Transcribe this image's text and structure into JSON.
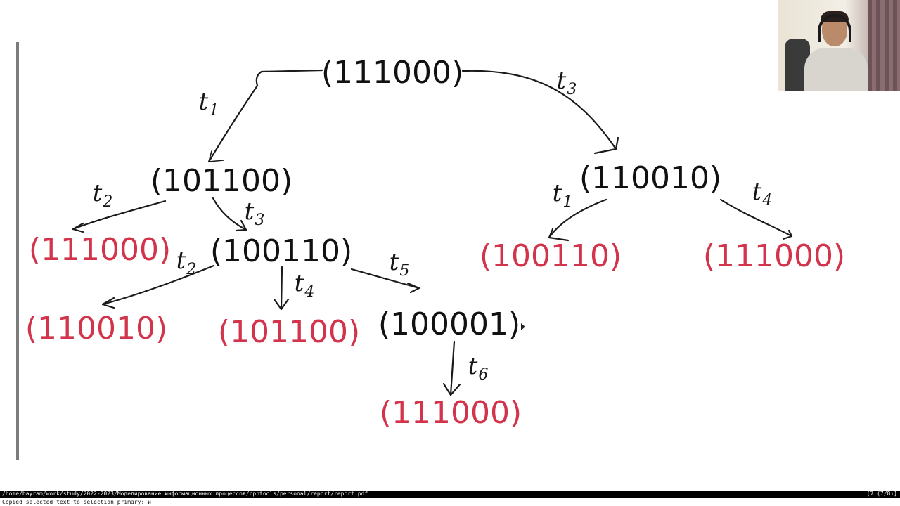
{
  "document": {
    "nodes": {
      "root": "(111000)",
      "n101100": "(101100)",
      "n110010": "(110010)",
      "leaf_111000_a": "(111000)",
      "n100110": "(100110)",
      "leaf_100110": "(100110)",
      "leaf_111000_b": "(111000)",
      "leaf_110010": "(110010)",
      "leaf_101100": "(101100)",
      "n100001": "(100001)",
      "leaf_111000_c": "(111000)"
    },
    "edge_labels": {
      "root_left": {
        "letter": "t",
        "sub": "1"
      },
      "root_right": {
        "letter": "t",
        "sub": "3"
      },
      "a_t2": {
        "letter": "t",
        "sub": "2"
      },
      "a_t3": {
        "letter": "t",
        "sub": "3"
      },
      "b_t1": {
        "letter": "t",
        "sub": "1"
      },
      "b_t4": {
        "letter": "t",
        "sub": "4"
      },
      "c_t2": {
        "letter": "t",
        "sub": "2"
      },
      "c_t4": {
        "letter": "t",
        "sub": "4"
      },
      "c_t5": {
        "letter": "t",
        "sub": "5"
      },
      "d_t6": {
        "letter": "t",
        "sub": "6"
      }
    },
    "colors": {
      "black_node": "#111111",
      "red_node": "#d2344b",
      "stroke": "#1a1a1a"
    }
  },
  "statusbar": {
    "path": "/home/bayram/work/study/2022-2023/Моделирование информационных процессов/cpntools/personal/report/report.pdf",
    "page_indicator": "[7 (7/8)]"
  },
  "message": "Copied selected text to selection primary: и",
  "webcam": {
    "icon": "person-webcam-feed"
  }
}
